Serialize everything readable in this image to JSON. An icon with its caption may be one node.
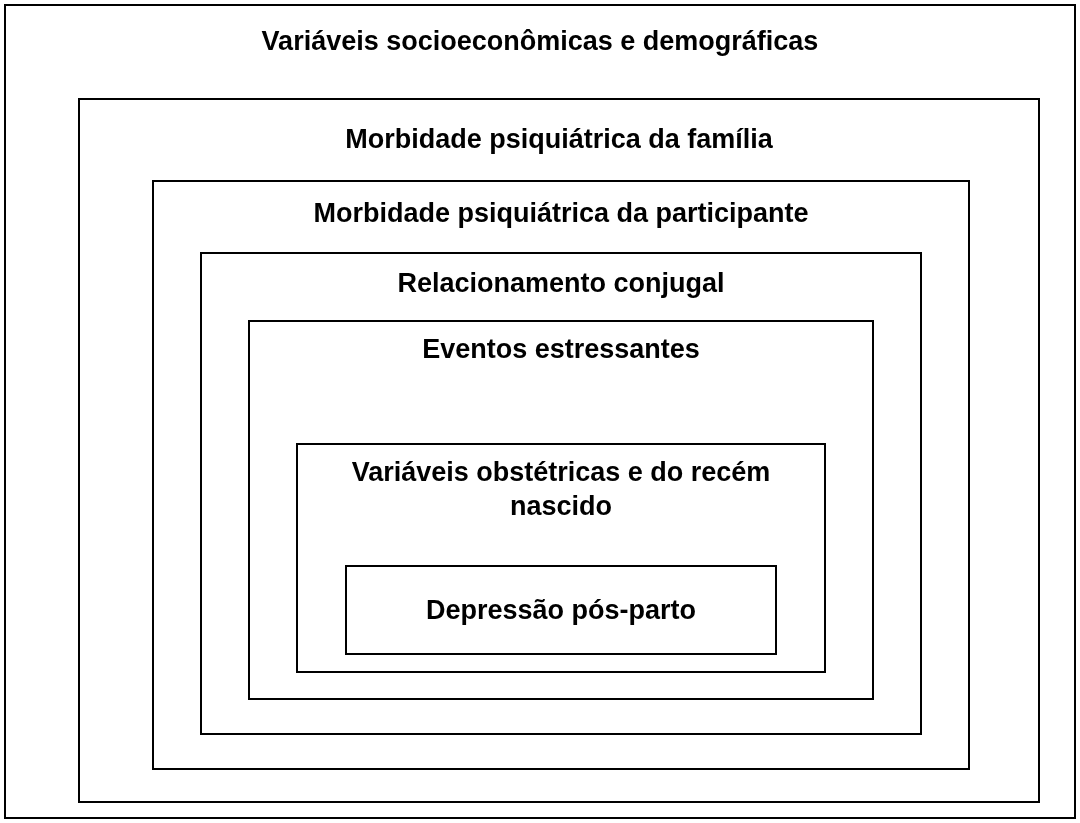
{
  "diagram": {
    "nodes": [
      {
        "text": [
          "Variáveis socioeconômicas e demográficas"
        ]
      },
      {
        "text": [
          "Morbidade psiquiátrica da família"
        ],
        "in": 0
      },
      {
        "text": [
          "Morbidade psiquiátrica da participante"
        ],
        "in": 1
      },
      {
        "text": [
          "Relacionamento conjugal"
        ],
        "in": 2
      },
      {
        "text": [
          "Eventos estressantes"
        ],
        "in": 3
      },
      {
        "text": [
          "Variáveis obstétricas e do recém nascido"
        ],
        "in": 4
      },
      {
        "text": [
          "Depressão pós-parto"
        ],
        "in": 5
      }
    ]
  }
}
